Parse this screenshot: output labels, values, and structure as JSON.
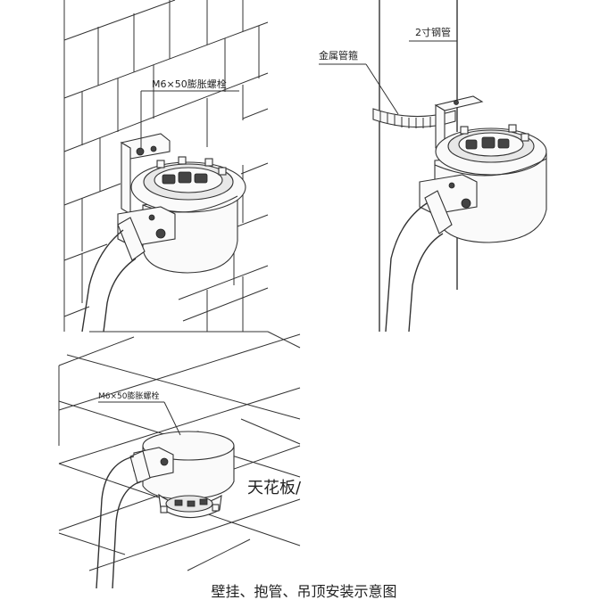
{
  "labels": {
    "wall_bolt": "M6×50膨胀螺栓",
    "pipe_clamp": "金属管箍",
    "steel_pipe": "2寸钢管",
    "ceiling_bolt": "M6×50膨胀螺栓",
    "ceiling": "天花板/"
  },
  "caption": "壁挂、抱管、吊顶安装示意图"
}
